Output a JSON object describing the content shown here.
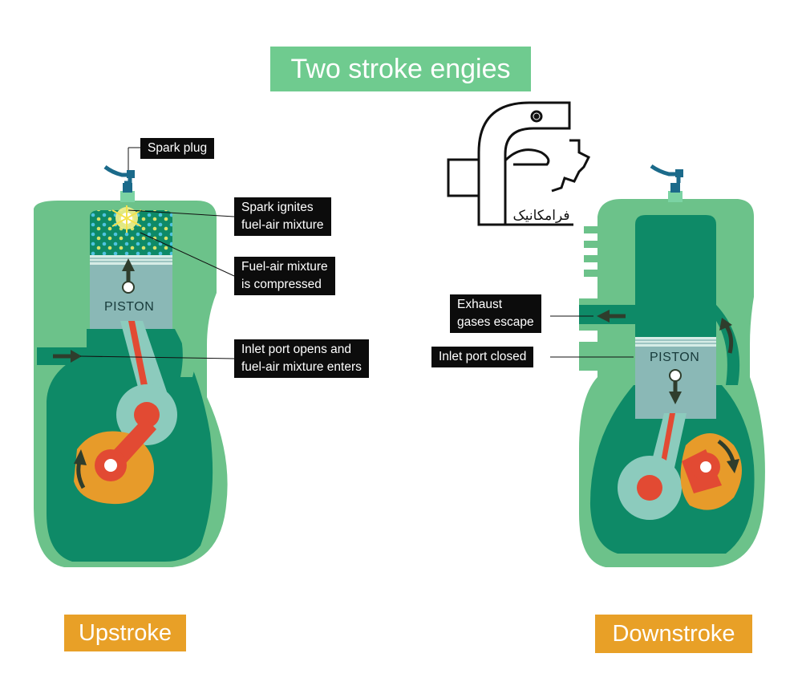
{
  "title": "Two stroke engies",
  "logo_text": "فرامکانیک",
  "upstroke": {
    "label": "Upstroke",
    "piston_label": "PISTON",
    "callouts": {
      "spark_plug": "Spark plug",
      "spark_ignites": [
        "Spark ignites",
        "fuel-air mixture"
      ],
      "compressed": [
        "Fuel-air mixture",
        "is compressed"
      ],
      "inlet_opens": [
        "Inlet port opens and",
        "fuel-air mixture enters"
      ]
    }
  },
  "downstroke": {
    "label": "Downstroke",
    "piston_label": "PISTON",
    "callouts": {
      "exhaust": [
        "Exhaust",
        "gases escape"
      ],
      "inlet_closed": "Inlet port closed"
    }
  },
  "colors": {
    "title_bg": "#6fcb8f",
    "label_bg": "#e8a027",
    "engine_outer": "#6cc28a",
    "engine_inner": "#0e8a67",
    "cylinder": "#8ccbbd",
    "piston": "#8ab8b6",
    "crank_orange": "#e79b2a",
    "rod_red": "#e24a33",
    "arrow_dark": "#2f3d2c",
    "spark_plug_blue": "#1b6a8a",
    "callout_bg": "#0c0c0c"
  }
}
